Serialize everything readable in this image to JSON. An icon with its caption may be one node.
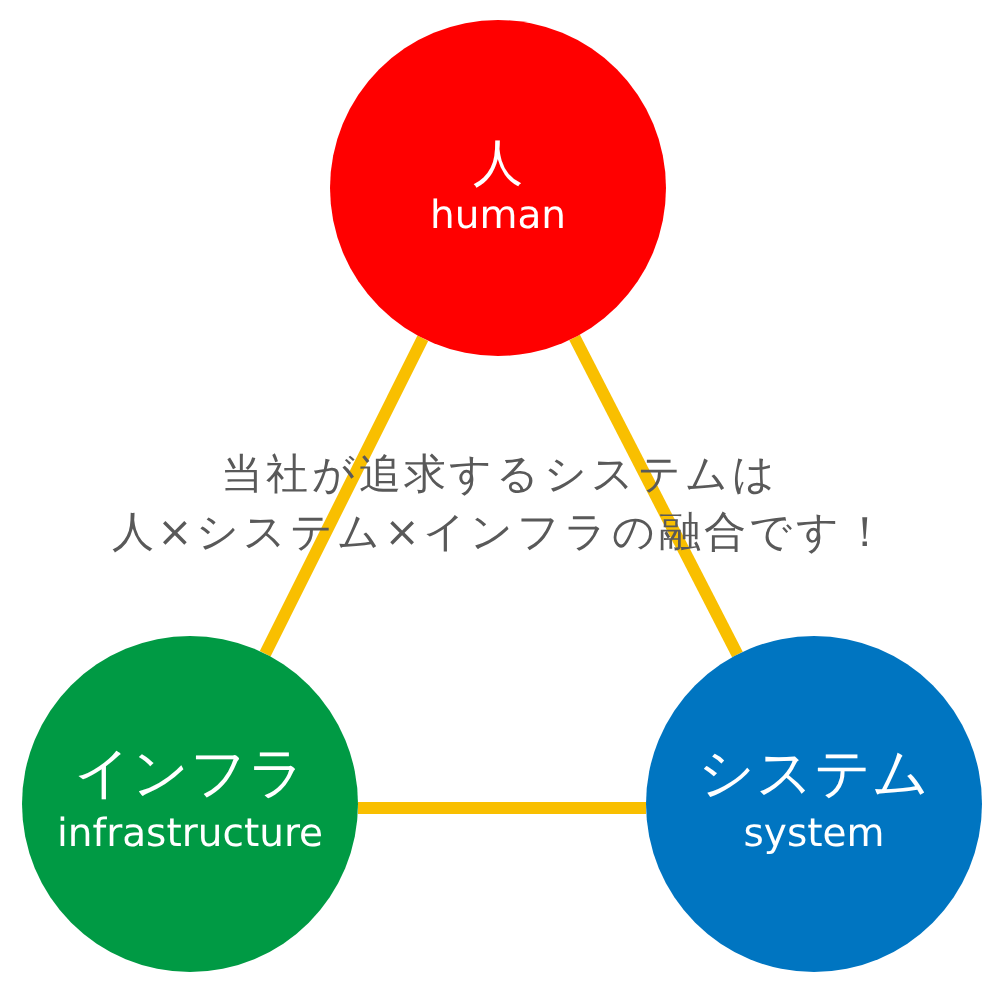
{
  "diagram": {
    "nodes": [
      {
        "text": [
          "人",
          "human"
        ]
      },
      {
        "text": [
          "インフラ",
          "infrastructure"
        ]
      },
      {
        "text": [
          "システム",
          "system"
        ]
      }
    ],
    "edges": [
      {
        "from": 0,
        "to": 1,
        "arrow": "none"
      },
      {
        "from": 0,
        "to": 2,
        "arrow": "none"
      },
      {
        "from": 1,
        "to": 2,
        "arrow": "none"
      }
    ],
    "labels": [
      "当社が追求するシステムは人×システム×インフラの融合です！"
    ]
  }
}
